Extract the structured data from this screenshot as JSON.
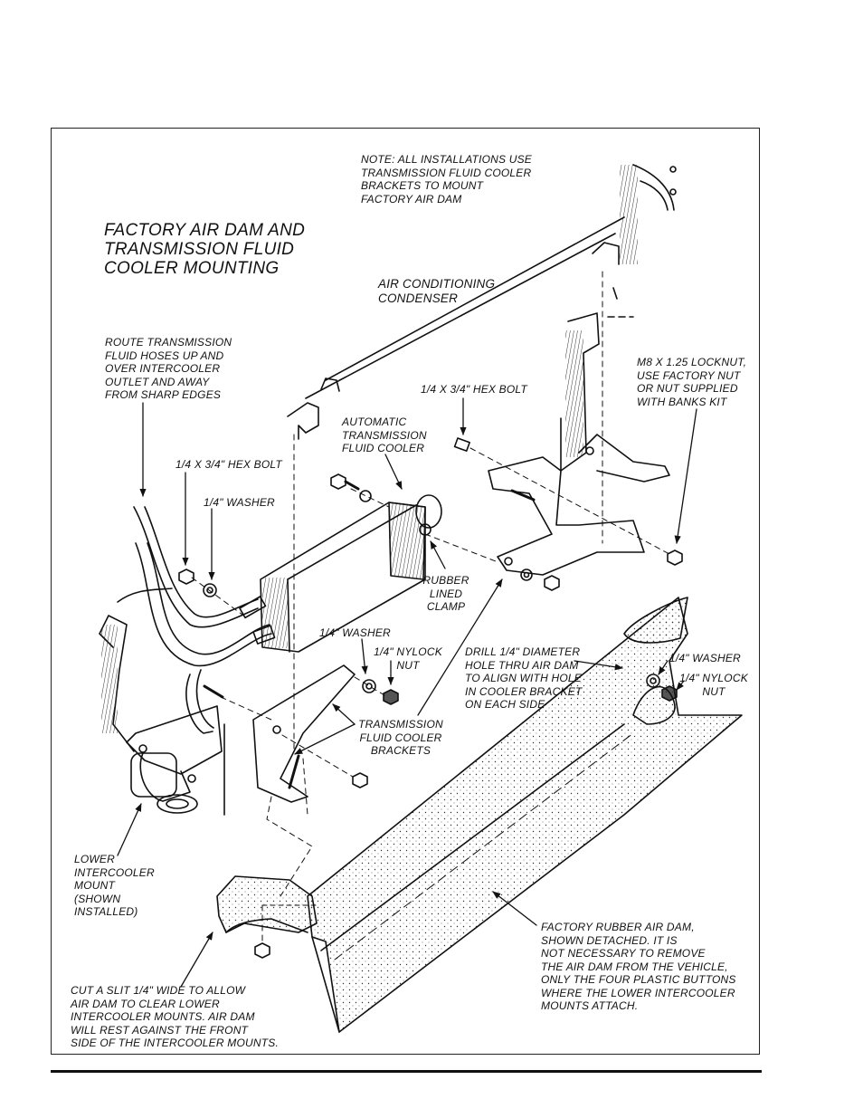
{
  "title": "FACTORY AIR DAM AND\nTRANSMISSION FLUID\nCOOLER MOUNTING",
  "labels": {
    "note": "NOTE:  ALL INSTALLATIONS USE\n         TRANSMISSION FLUID COOLER\n         BRACKETS TO MOUNT\n         FACTORY AIR DAM",
    "ac_condenser": "AIR CONDITIONING\nCONDENSER",
    "route_hoses": "ROUTE TRANSMISSION\nFLUID HOSES UP AND\nOVER INTERCOOLER\nOUTLET AND AWAY\nFROM SHARP EDGES",
    "hex_bolt_right": "1/4 x 3/4\" HEX BOLT",
    "locknut": "M8 x 1.25 LOCKNUT,\nUSE FACTORY NUT\nOR NUT SUPPLIED\nWITH BANKS KIT",
    "auto_cooler": "AUTOMATIC\nTRANSMISSION\nFLUID COOLER",
    "hex_bolt_left": "1/4 x 3/4\" HEX BOLT",
    "washer_left": "1/4\" WASHER",
    "rubber_clamp": "RUBBER\nLINED\nCLAMP",
    "washer_mid": "1/4\" WASHER",
    "nylock_mid": "1/4\" NYLOCK\nNUT",
    "drill_hole": "DRILL 1/4\" DIAMETER\nHOLE THRU AIR DAM\nTO ALIGN WITH HOLE\nIN COOLER BRACKET\nON EACH SIDE",
    "washer_right": "1/4\" WASHER",
    "nylock_right": "1/4\" NYLOCK\nNUT",
    "cooler_brackets": "TRANSMISSION\nFLUID COOLER\nBRACKETS",
    "lower_mount": "LOWER\nINTERCOOLER\nMOUNT\n(SHOWN\nINSTALLED)",
    "air_dam": "FACTORY RUBBER AIR DAM,\nSHOWN DETACHED. IT IS\nNOT NECESSARY TO REMOVE\nTHE AIR DAM FROM THE VEHICLE,\nONLY THE FOUR PLASTIC BUTTONS\nWHERE THE LOWER INTERCOOLER\nMOUNTS ATTACH.",
    "cut_slit": "CUT A SLIT 1/4\" WIDE TO ALLOW\nAIR DAM TO CLEAR LOWER\nINTERCOOLER MOUNTS. AIR DAM\nWILL REST AGAINST THE FRONT\nSIDE OF THE INTERCOOLER MOUNTS."
  }
}
